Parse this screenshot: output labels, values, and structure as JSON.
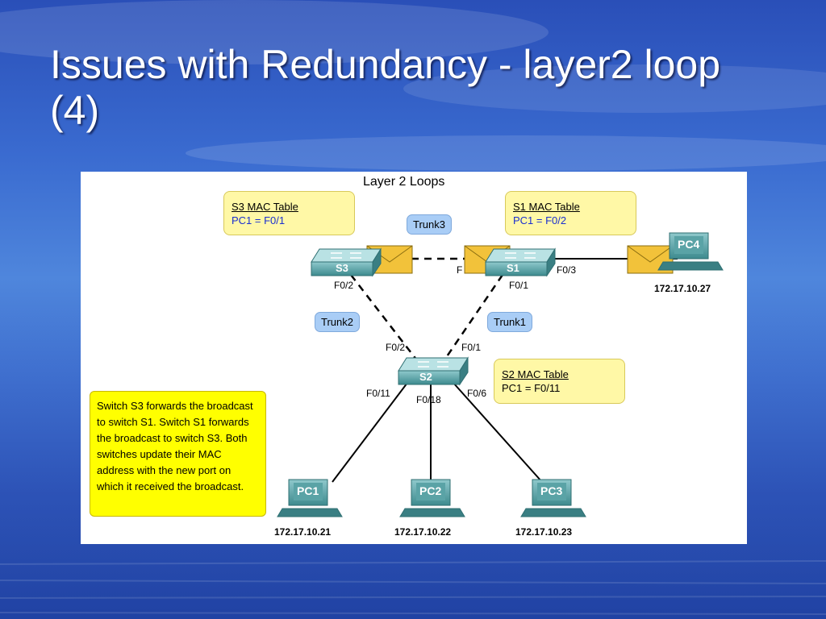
{
  "slide": {
    "title": "Issues with Redundancy - layer2 loop (4)"
  },
  "diagram": {
    "title": "Layer 2 Loops",
    "notes": {
      "s3": {
        "header": "S3 MAC Table",
        "entry": "PC1 = F0/1"
      },
      "s1": {
        "header": "S1 MAC Table",
        "entry": "PC1 = F0/2"
      },
      "s2": {
        "header": "S2 MAC Table",
        "entry": "PC1 = F0/11"
      }
    },
    "trunks": {
      "trunk1": "Trunk1",
      "trunk2": "Trunk2",
      "trunk3": "Trunk3"
    },
    "switches": {
      "s1": "S1",
      "s2": "S2",
      "s3": "S3"
    },
    "ports": {
      "s3_f02": "F0/2",
      "s1_f01": "F0/1",
      "s1_f03": "F0/3",
      "s1_partial": "F",
      "s2_f02": "F0/2",
      "s2_f01": "F0/1",
      "s2_f011": "F0/11",
      "s2_f018": "F0/18",
      "s2_f06": "F0/6"
    },
    "pcs": [
      {
        "name": "PC1",
        "ip": "172.17.10.21"
      },
      {
        "name": "PC2",
        "ip": "172.17.10.22"
      },
      {
        "name": "PC3",
        "ip": "172.17.10.23"
      },
      {
        "name": "PC4",
        "ip": "172.17.10.27"
      }
    ],
    "description": "Switch S3 forwards the broadcast to switch S1. Switch S1 forwards the broadcast to switch S3. Both switches update their MAC address with the new port on which it received the broadcast.",
    "colors": {
      "note": "#fff8a6",
      "description": "#ffff00",
      "trunk_label": "#a9cdf6",
      "device": "#4a9a9e",
      "envelope": "#f2c23a"
    }
  }
}
